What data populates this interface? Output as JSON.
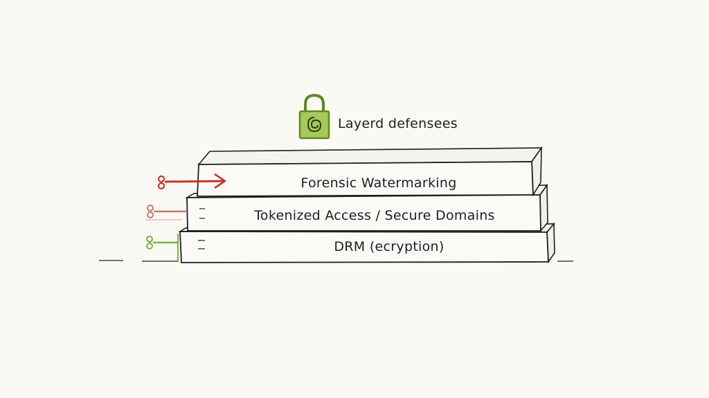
{
  "diagram": {
    "title": "Layerd defensees",
    "layers": [
      {
        "label": "Forensic Watermarking",
        "arrow_color": "#c0392b"
      },
      {
        "label": "Tokenized Access / Secure Domains",
        "arrow_color": "#c97a6c"
      },
      {
        "label": "DRM (ecryption)",
        "arrow_color": "#7cb342"
      }
    ]
  },
  "icons": {
    "title_icon": "padlock-icon",
    "arrow_icon": "arrow-icon"
  },
  "colors": {
    "background": "#faf9f4",
    "ink": "#1e1e1e",
    "lock_fill": "#a5c95a",
    "lock_stroke": "#5e8a22"
  }
}
